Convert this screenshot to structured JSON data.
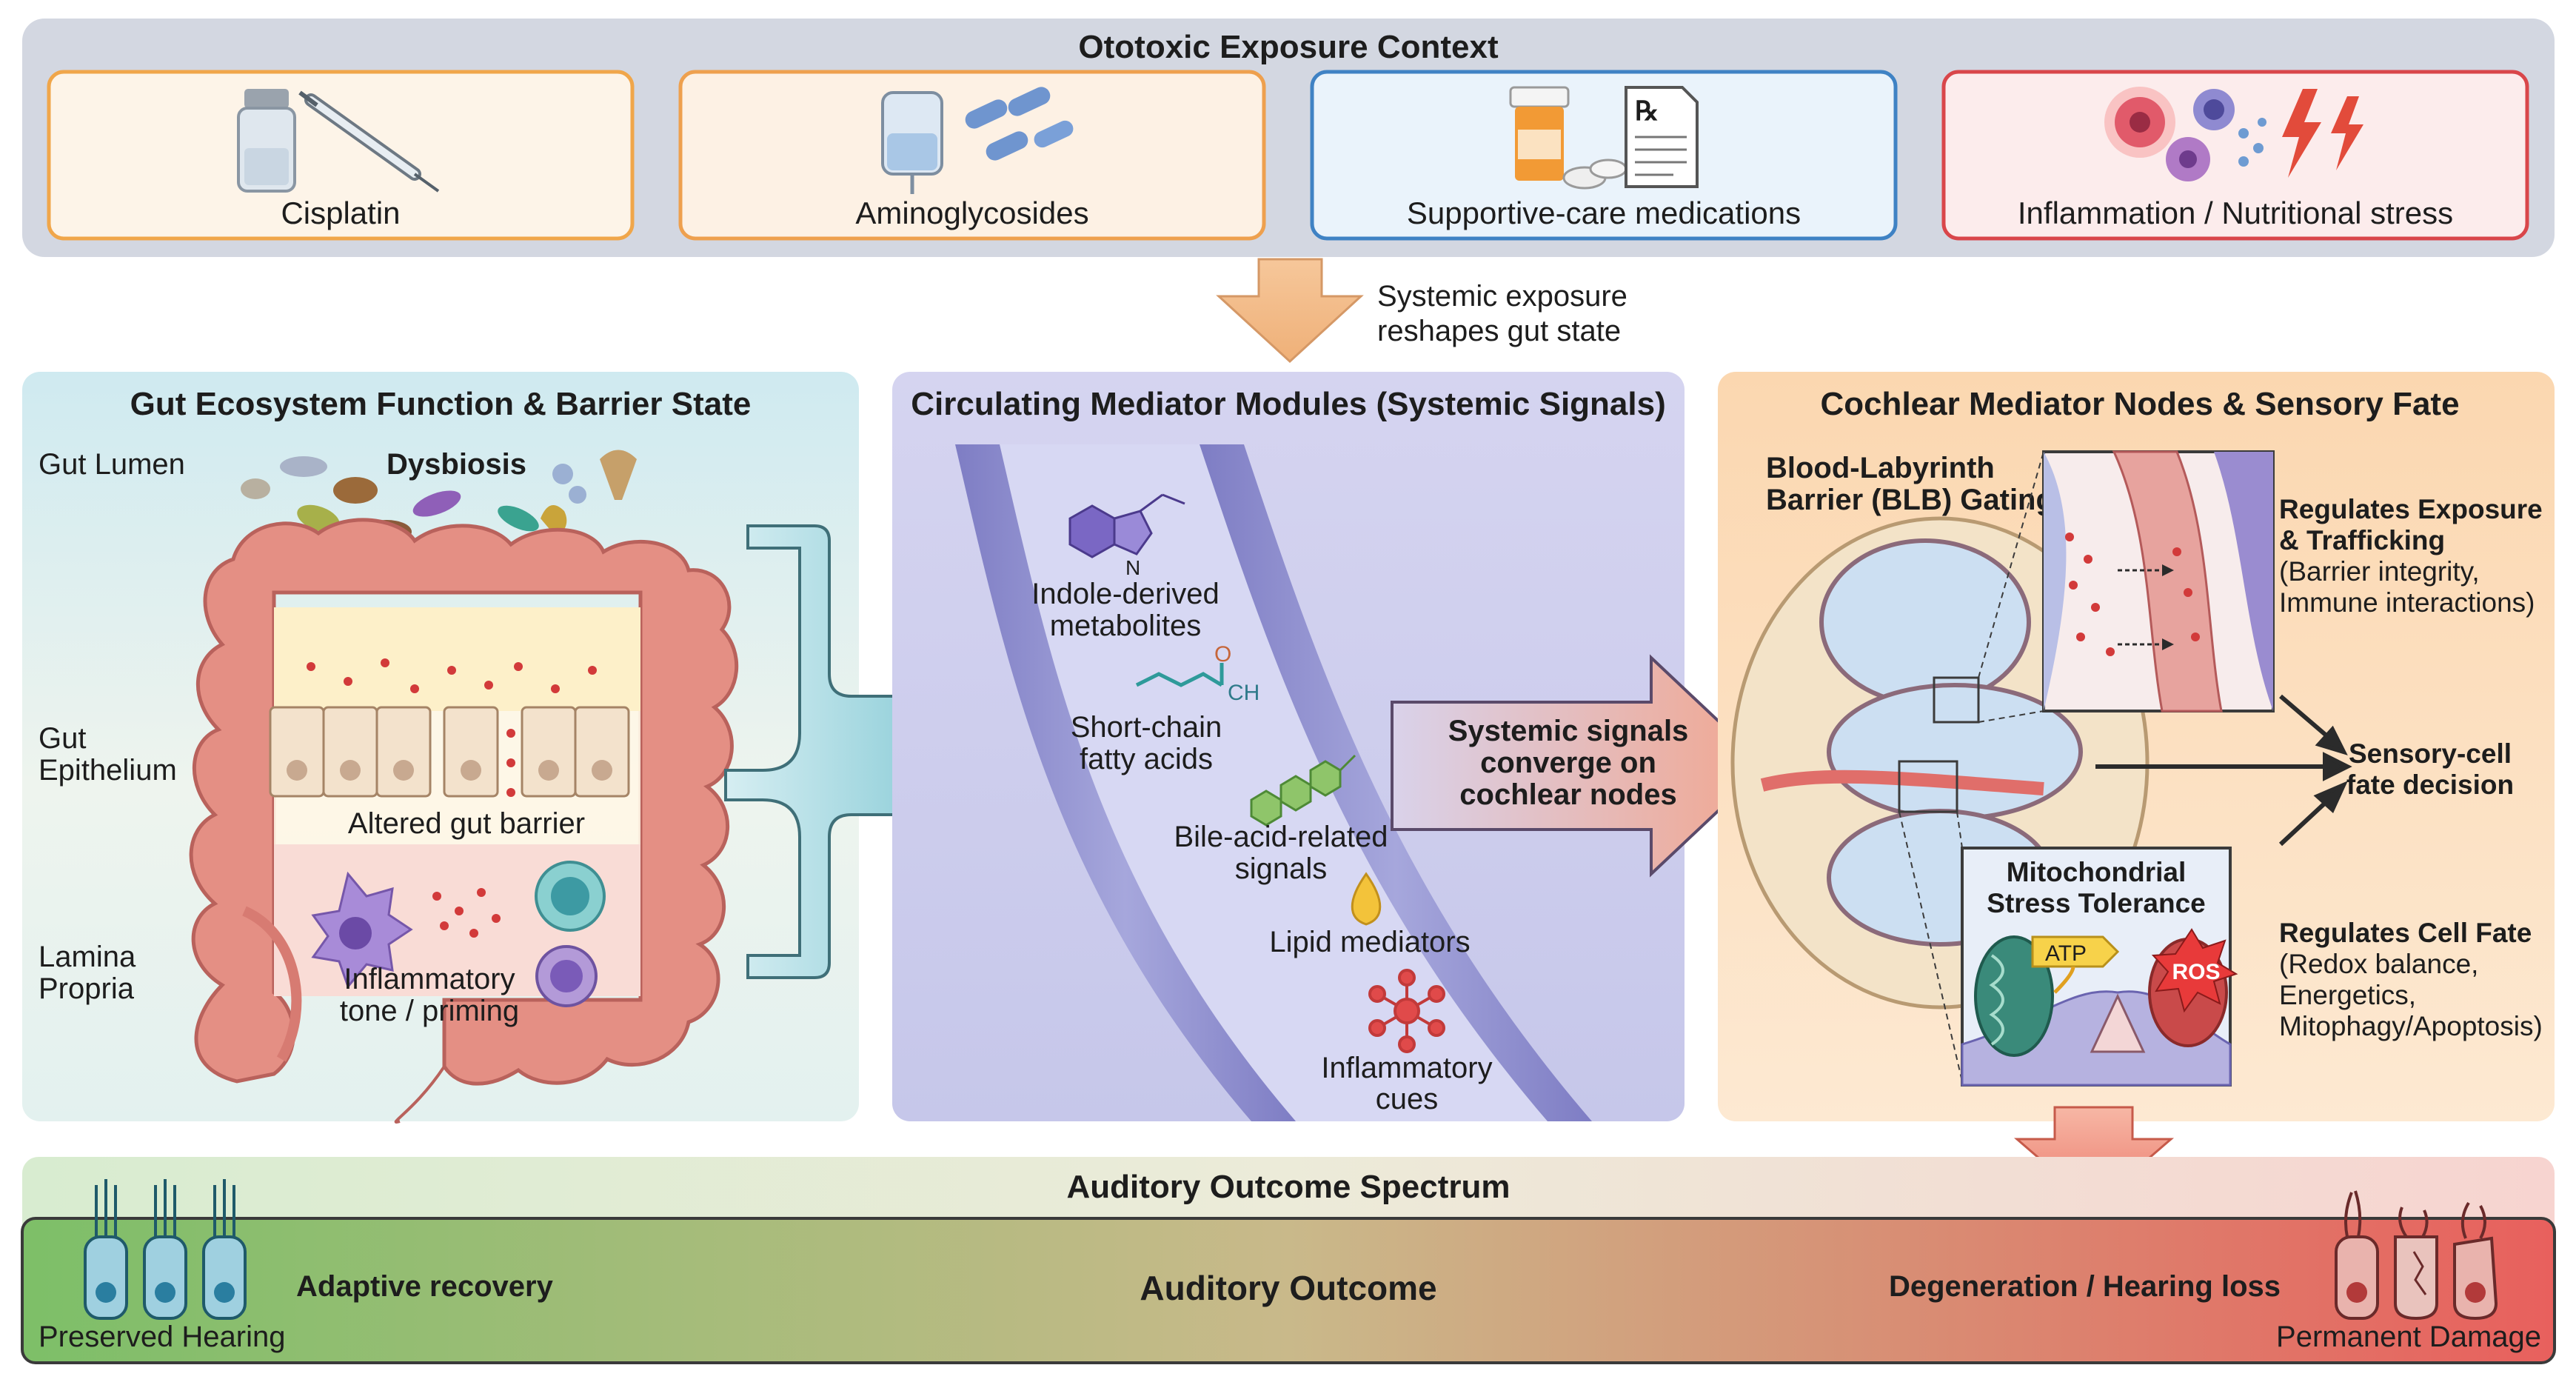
{
  "top": {
    "title": "Ototoxic Exposure Context",
    "cards": [
      {
        "label": "Cisplatin",
        "icon": "vial-syringe-icon",
        "border": "#f0a64a",
        "fill": "#fdf4e8"
      },
      {
        "label": "Aminoglycosides",
        "icon": "iv-bag-bacteria-icon",
        "border": "#eea04e",
        "fill": "#fdf1e4"
      },
      {
        "label": "Supportive-care medications",
        "icon": "pill-bottle-prescription-icon",
        "border": "#3f82c4",
        "fill": "#eaf3fb"
      },
      {
        "label": "Inflammation / Nutritional stress",
        "icon": "immune-cells-lightning-icon",
        "border": "#d9464a",
        "fill": "#fcecec"
      }
    ]
  },
  "flow": {
    "arrow_line1": "Systemic exposure",
    "arrow_line2": "reshapes gut state"
  },
  "gut": {
    "title": "Gut Ecosystem Function & Barrier State",
    "lumen": "Gut Lumen",
    "dysbiosis": "Dysbiosis",
    "epithelium_line1": "Gut",
    "epithelium_line2": "Epithelium",
    "barrier": "Altered gut barrier",
    "lamina_line1": "Lamina",
    "lamina_line2": "Propria",
    "inflam_line1": "Inflammatory",
    "inflam_line2": "tone / priming"
  },
  "circ": {
    "title": "Circulating Mediator Modules (Systemic Signals)",
    "indole_line1": "Indole-derived",
    "indole_line2": "metabolites",
    "scfa_line1": "Short-chain",
    "scfa_line2": "fatty acids",
    "scfa_chem": "CH",
    "scfa_o": "O",
    "indole_n": "N",
    "bile_line1": "Bile-acid-related",
    "bile_line2": "signals",
    "lipid": "Lipid mediators",
    "cues_line1": "Inflammatory",
    "cues_line2": "cues",
    "converge_line1": "Systemic signals",
    "converge_line2": "converge on",
    "converge_line3": "cochlear nodes"
  },
  "cochlea": {
    "title": "Cochlear Mediator Nodes & Sensory Fate",
    "blb_line1": "Blood-Labyrinth",
    "blb_line2": "Barrier (BLB) Gating",
    "exp_line1": "Regulates Exposure",
    "exp_line2": "& Trafficking",
    "exp_line3": "(Barrier integrity,",
    "exp_line4": "Immune interactions)",
    "fate_line1": "Sensory-cell",
    "fate_line2": "fate decision",
    "mito_line1": "Mitochondrial",
    "mito_line2": "Stress Tolerance",
    "atp": "ATP",
    "ros": "ROS",
    "cellfate_line1": "Regulates Cell Fate",
    "cellfate_line2": "(Redox balance,",
    "cellfate_line3": "Energetics,",
    "cellfate_line4": "Mitophagy/Apoptosis)"
  },
  "outcome": {
    "title": "Auditory Outcome Spectrum",
    "center": "Auditory Outcome",
    "left": "Adaptive recovery",
    "left_caption": "Preserved Hearing",
    "right": "Degeneration / Hearing loss",
    "right_caption": "Permanent Damage",
    "grad_left": "#7dbf68",
    "grad_right": "#e8605d"
  }
}
